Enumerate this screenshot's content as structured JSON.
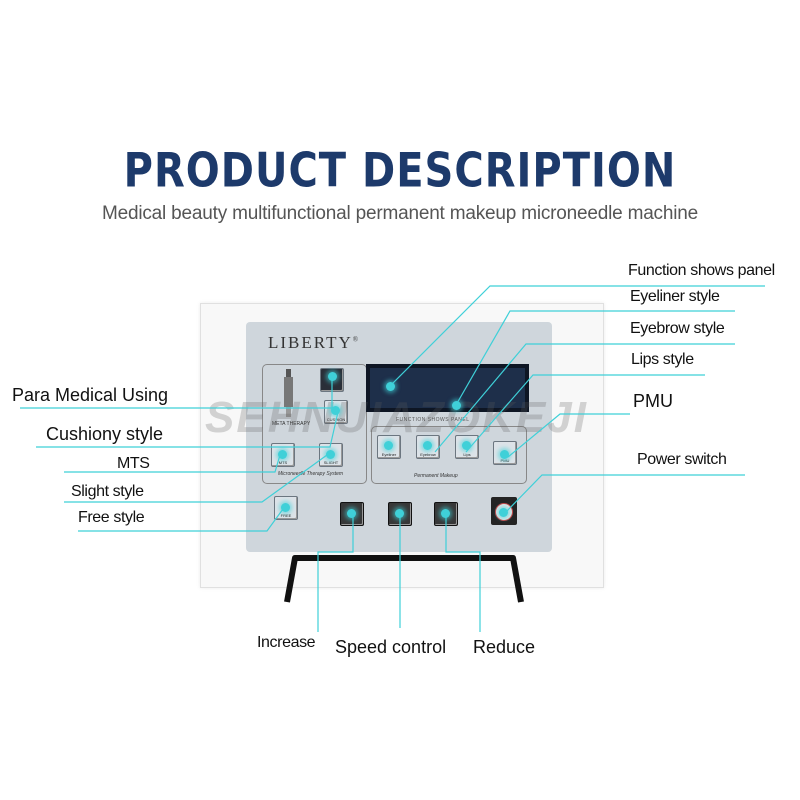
{
  "header": {
    "title": "PRODUCT DESCRIPTION",
    "subtitle": "Medical beauty multifunctional permanent makeup microneedle machine"
  },
  "device": {
    "brand": "LIBERTY",
    "lcd_label": "FUNCTION SHOWS PANEL",
    "left_section_caption": "Microneedle Therapy System",
    "right_section_caption": "Permanent Makeup",
    "meta_caption": "META THERAPY",
    "buttons": {
      "eyeliner": "Eyeliner",
      "eyebrow": "Eyebrow",
      "lips": "Lips",
      "pmu": "PMU",
      "cushion": "CUSHION",
      "mts": "MTS",
      "slight": "SLIGHT",
      "free": "FREE"
    },
    "watermark": "SEHNUIAZOKEJI"
  },
  "callouts": {
    "function_panel": "Function shows panel",
    "eyeliner": "Eyeliner style",
    "eyebrow": "Eyebrow style",
    "lips": "Lips style",
    "pmu": "PMU",
    "power": "Power switch",
    "para_medical": "Para Medical Using",
    "cushiony": "Cushiony style",
    "mts": "MTS",
    "slight": "Slight style",
    "free": "Free style",
    "increase": "Increase",
    "speed_control": "Speed control",
    "reduce": "Reduce"
  },
  "colors": {
    "title": "#1d3a6b",
    "leader": "#3fd0d8",
    "lcd": "#1e2f4a"
  }
}
